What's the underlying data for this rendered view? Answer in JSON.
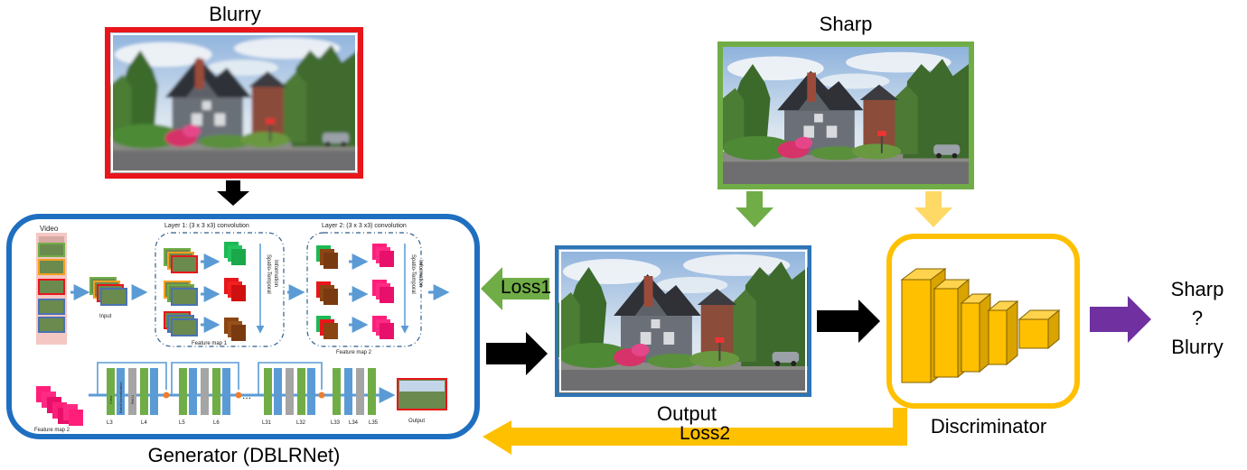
{
  "labels": {
    "blurry": "Blurry",
    "sharp": "Sharp",
    "output": "Output",
    "discriminator": "Discriminator",
    "generator": "Generator (DBLRNet)",
    "loss1": "Loss1",
    "loss2": "Loss2",
    "result_sharp": "Sharp",
    "result_q": "?",
    "result_blurry": "Blurry"
  },
  "network": {
    "video": "Video",
    "input": "Input",
    "layer1_title": "Layer 1: (3 x 3 x3) convolution",
    "layer2_title": "Layer 2: (3 x 3 x3) convolution",
    "spatio": "Spatio-Temporal",
    "information": "Information",
    "feature_map_1": "Feature map 1",
    "feature_map_2": "Feature map 2",
    "feature_map_2b": "Feature map 2",
    "net_output": "Output",
    "conv": "Conv",
    "relu": "ReLU",
    "bn": "BatchNormalization",
    "dots": "...",
    "layer_ids": [
      "L3",
      "L4",
      "L5",
      "L6",
      "L31",
      "L32",
      "L33",
      "L34",
      "L35"
    ]
  },
  "colors": {
    "blurry_border": "#e8161b",
    "sharp_border": "#71ad47",
    "output_border": "#2e75b6",
    "generator_border": "#1f6fc0",
    "discriminator_border": "#ffc000",
    "loss1_arrow": "#70ad47",
    "loss2_arrow": "#ffc000",
    "result_arrow": "#7030a0",
    "disc_blocks": "#ffc000"
  }
}
